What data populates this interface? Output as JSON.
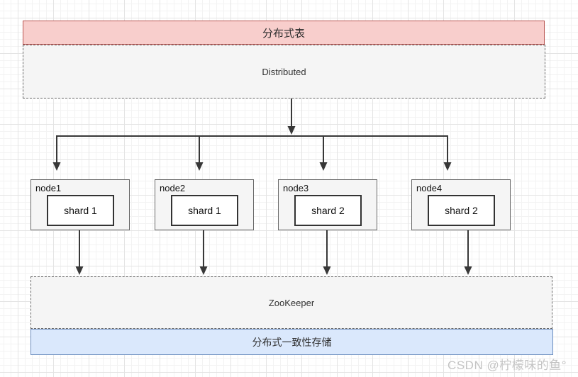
{
  "diagram": {
    "distributed_table_label": "分布式表",
    "engine_label": "Distributed",
    "nodes": [
      {
        "label": "node1",
        "shard": "shard 1"
      },
      {
        "label": "node2",
        "shard": "shard 1"
      },
      {
        "label": "node3",
        "shard": "shard 2"
      },
      {
        "label": "node4",
        "shard": "shard 2"
      }
    ],
    "coordinator_label": "ZooKeeper",
    "storage_label": "分布式一致性存储"
  },
  "watermark": "CSDN @柠檬味的鱼°",
  "colors": {
    "table_fill": "#f8cecc",
    "table_border": "#b85450",
    "panel_fill": "#f5f5f5",
    "panel_border": "#666666",
    "storage_fill": "#dae8fc",
    "storage_border": "#6c8ebf",
    "node_fill": "#f5f5f5",
    "shard_fill": "#ffffff",
    "connector": "#383838",
    "watermark": "#c4c4c4"
  }
}
